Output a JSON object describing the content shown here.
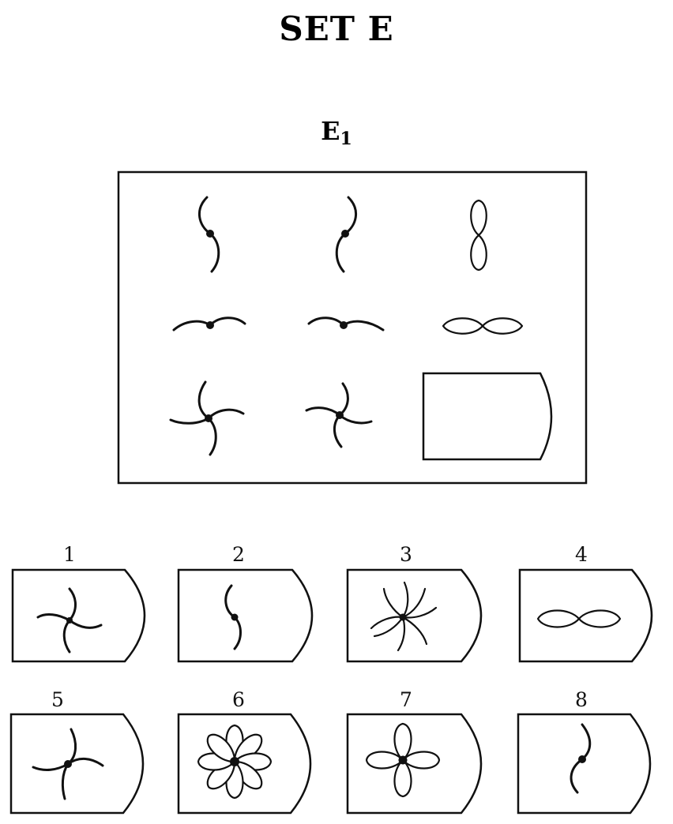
{
  "title": "SET E",
  "subtitle_main": "E",
  "subtitle_sub": "1",
  "options": [
    "1",
    "2",
    "3",
    "4",
    "5",
    "6",
    "7",
    "8"
  ]
}
